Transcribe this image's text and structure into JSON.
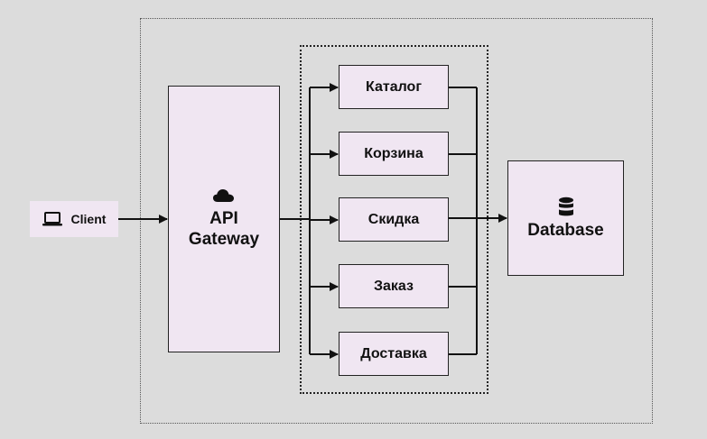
{
  "client": {
    "label": "Client",
    "icon": "laptop-icon"
  },
  "gateway": {
    "line1": "API",
    "line2": "Gateway",
    "icon": "cloud-icon"
  },
  "services": [
    {
      "label": "Каталог"
    },
    {
      "label": "Корзина"
    },
    {
      "label": "Скидка"
    },
    {
      "label": "Заказ"
    },
    {
      "label": "Доставка"
    }
  ],
  "database": {
    "label": "Database",
    "icon": "database-icon"
  },
  "colors": {
    "node_fill": "#f0e6f2",
    "background": "#dcdcdc",
    "stroke": "#111111"
  }
}
